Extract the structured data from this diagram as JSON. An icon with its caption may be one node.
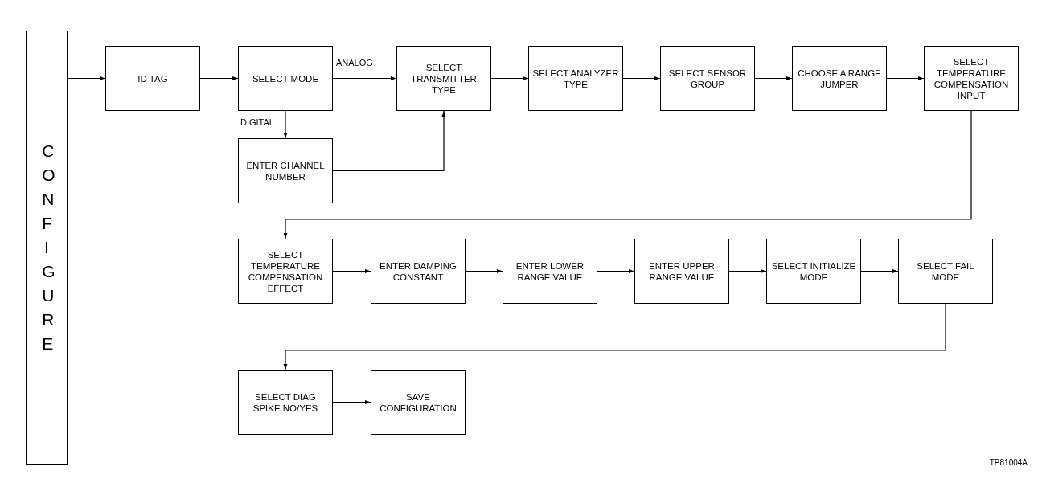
{
  "diagram": {
    "nodes": [
      {
        "text": [
          "CONFIGURE"
        ]
      },
      {
        "text": [
          "ID TAG"
        ]
      },
      {
        "text": [
          "SELECT MODE"
        ]
      },
      {
        "text": [
          "SELECT TRANSMITTER TYPE"
        ]
      },
      {
        "text": [
          "SELECT ANALYZER TYPE"
        ]
      },
      {
        "text": [
          "SELECT SENSOR GROUP"
        ]
      },
      {
        "text": [
          "CHOOSE A RANGE JUMPER"
        ]
      },
      {
        "text": [
          "SELECT TEMPERATURE COMPENSATION INPUT"
        ]
      },
      {
        "text": [
          "ENTER CHANNEL NUMBER"
        ]
      },
      {
        "text": [
          "SELECT TEMPERATURE COMPENSATION EFFECT"
        ]
      },
      {
        "text": [
          "ENTER DAMPING CONSTANT"
        ]
      },
      {
        "text": [
          "ENTER LOWER RANGE VALUE"
        ]
      },
      {
        "text": [
          "ENTER UPPER RANGE VALUE"
        ]
      },
      {
        "text": [
          "SELECT INITIALIZE MODE"
        ]
      },
      {
        "text": [
          "SELECT FAIL MODE"
        ]
      },
      {
        "text": [
          "SELECT DIAG SPIKE NO/YES"
        ]
      },
      {
        "text": [
          "SAVE CONFIGURATION"
        ]
      }
    ],
    "edges": [
      {
        "from": 0,
        "to": 1,
        "arrow": "to"
      },
      {
        "from": 1,
        "to": 2,
        "arrow": "to"
      },
      {
        "from": 2,
        "to": 3,
        "label": "ANALOG",
        "arrow": "to"
      },
      {
        "from": 2,
        "to": 8,
        "label": "DIGITAL",
        "arrow": "to"
      },
      {
        "from": 8,
        "to": 3,
        "arrow": "to"
      },
      {
        "from": 3,
        "to": 4,
        "arrow": "to"
      },
      {
        "from": 4,
        "to": 5,
        "arrow": "to"
      },
      {
        "from": 5,
        "to": 6,
        "arrow": "to"
      },
      {
        "from": 6,
        "to": 7,
        "arrow": "to"
      },
      {
        "from": 7,
        "to": 9,
        "arrow": "to"
      },
      {
        "from": 9,
        "to": 10,
        "arrow": "to"
      },
      {
        "from": 10,
        "to": 11,
        "arrow": "to"
      },
      {
        "from": 11,
        "to": 12,
        "arrow": "to"
      },
      {
        "from": 12,
        "to": 13,
        "arrow": "to"
      },
      {
        "from": 13,
        "to": 14,
        "arrow": "to"
      },
      {
        "from": 14,
        "to": 15,
        "arrow": "to"
      },
      {
        "from": 15,
        "to": 16,
        "arrow": "to"
      }
    ],
    "labels": [
      "TP81004A"
    ]
  }
}
